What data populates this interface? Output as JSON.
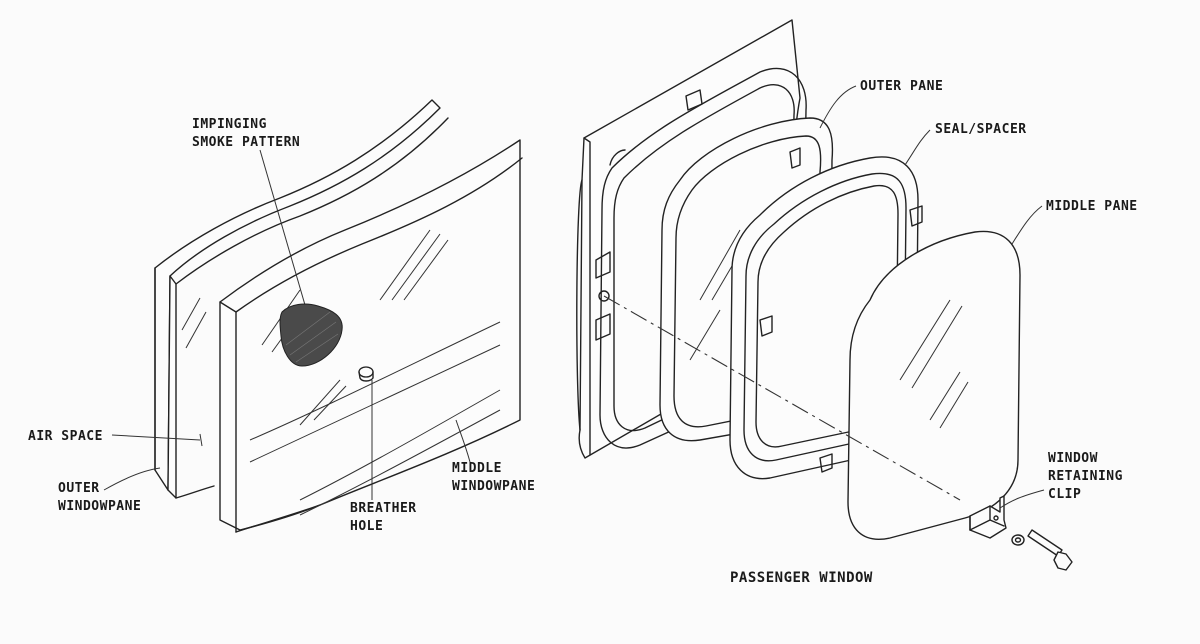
{
  "labels": {
    "impinging_smoke_pattern": [
      "IMPINGING",
      "SMOKE PATTERN"
    ],
    "air_space": "AIR SPACE",
    "outer_windowpane": [
      "OUTER",
      "WINDOWPANE"
    ],
    "breather_hole": [
      "BREATHER",
      "HOLE"
    ],
    "middle_windowpane": [
      "MIDDLE",
      "WINDOWPANE"
    ],
    "outer_pane": "OUTER PANE",
    "seal_spacer": "SEAL/SPACER",
    "middle_pane": "MIDDLE PANE",
    "window_retaining_clip": [
      "WINDOW",
      "RETAINING",
      "CLIP"
    ],
    "passenger_window": "PASSENGER WINDOW"
  },
  "colors": {
    "background": "#fbfbfb",
    "line": "#222222",
    "smoke": "#4a4a4a"
  }
}
